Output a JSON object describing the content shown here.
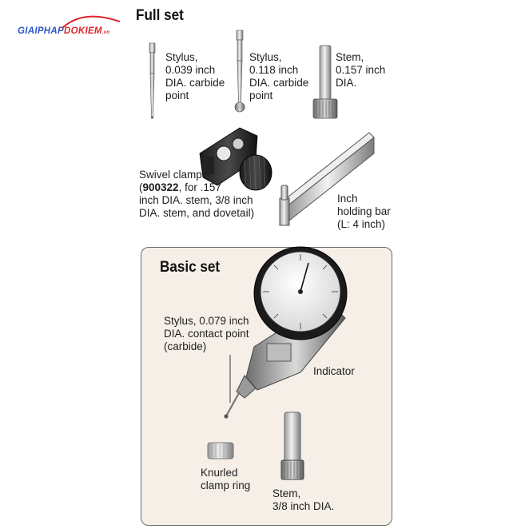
{
  "logo": {
    "part1": "GIAIPHAP",
    "part2": "DOKIEM",
    "suffix": ".vn",
    "color_blue": "#2a56c6",
    "color_red": "#d9262c"
  },
  "full_set": {
    "title": "Full set",
    "stylus_039": "Stylus,\n0.039 inch\nDIA. carbide\npoint",
    "stylus_118": "Stylus,\n0.118 inch\nDIA. carbide\npoint",
    "stem_157": "Stem,\n0.157 inch\nDIA.",
    "swivel_line1": "Swivel clamp",
    "swivel_open": "(",
    "swivel_code": "900322",
    "swivel_rest": ", for .157",
    "swivel_line3": "inch DIA. stem, 3/8 inch",
    "swivel_line4": "DIA. stem, and dovetail)",
    "holding_bar": "Inch\nholding bar\n(L: 4 inch)"
  },
  "basic_set": {
    "title": "Basic set",
    "stylus_079": "Stylus, 0.079 inch\nDIA. contact point\n(carbide)",
    "indicator": "Indicator",
    "clamp_ring": "Knurled\nclamp ring",
    "stem_38": "Stem,\n3/8 inch DIA.",
    "box_color": "#f6efe8"
  }
}
